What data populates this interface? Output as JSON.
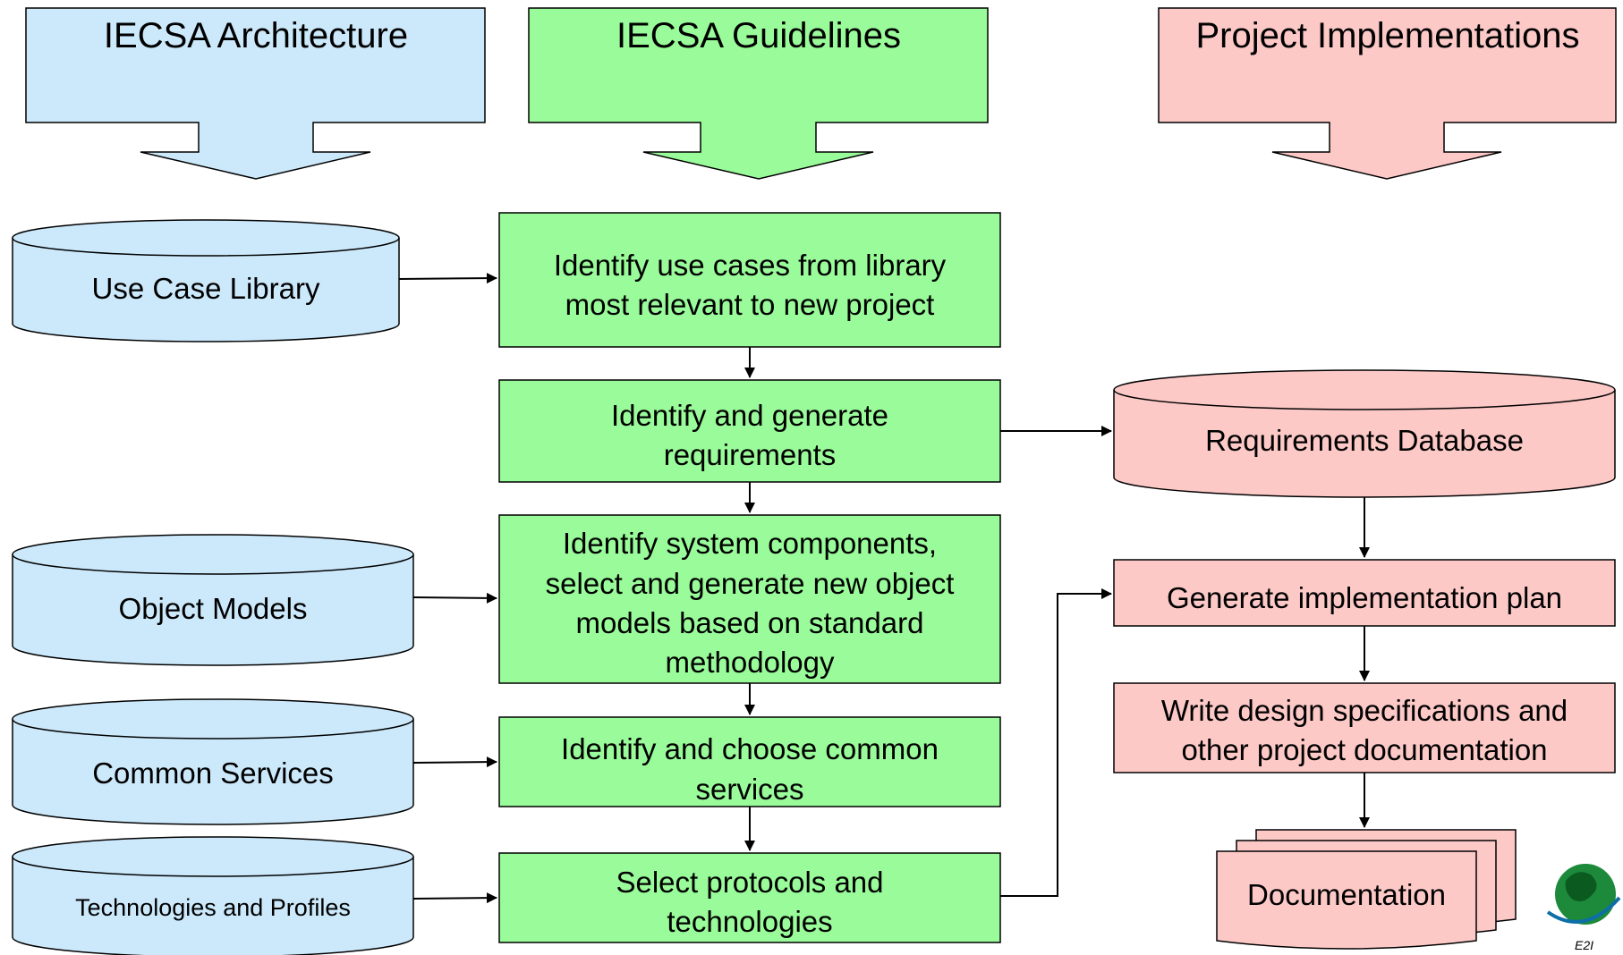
{
  "colors": {
    "architecture": "#cce9fb",
    "guidelines": "#99fb99",
    "implementation": "#fcc9c7",
    "stroke": "#000000"
  },
  "headers": {
    "architecture": "IECSA Architecture",
    "guidelines": "IECSA Guidelines",
    "implementation": "Project Implementations"
  },
  "databases": {
    "use_case_library": "Use Case Library",
    "object_models": "Object Models",
    "common_services": "Common Services",
    "technologies_profiles": "Technologies and Profiles",
    "requirements_database": "Requirements Database"
  },
  "steps": {
    "identify_use_cases": [
      "Identify use cases from library",
      "most relevant to new project"
    ],
    "generate_requirements": [
      "Identify and generate",
      "requirements"
    ],
    "system_components": [
      "Identify system components,",
      "select and generate new object",
      "models based on standard",
      "methodology"
    ],
    "common_services": [
      "Identify and choose common",
      "services"
    ],
    "protocols": [
      "Select protocols and",
      "technologies"
    ]
  },
  "implementation": {
    "plan": "Generate implementation plan",
    "design_specs": [
      "Write design specifications and",
      "other project documentation"
    ],
    "documentation": "Documentation"
  },
  "logo": {
    "icon": "globe-logo-icon",
    "text": "E2I"
  }
}
